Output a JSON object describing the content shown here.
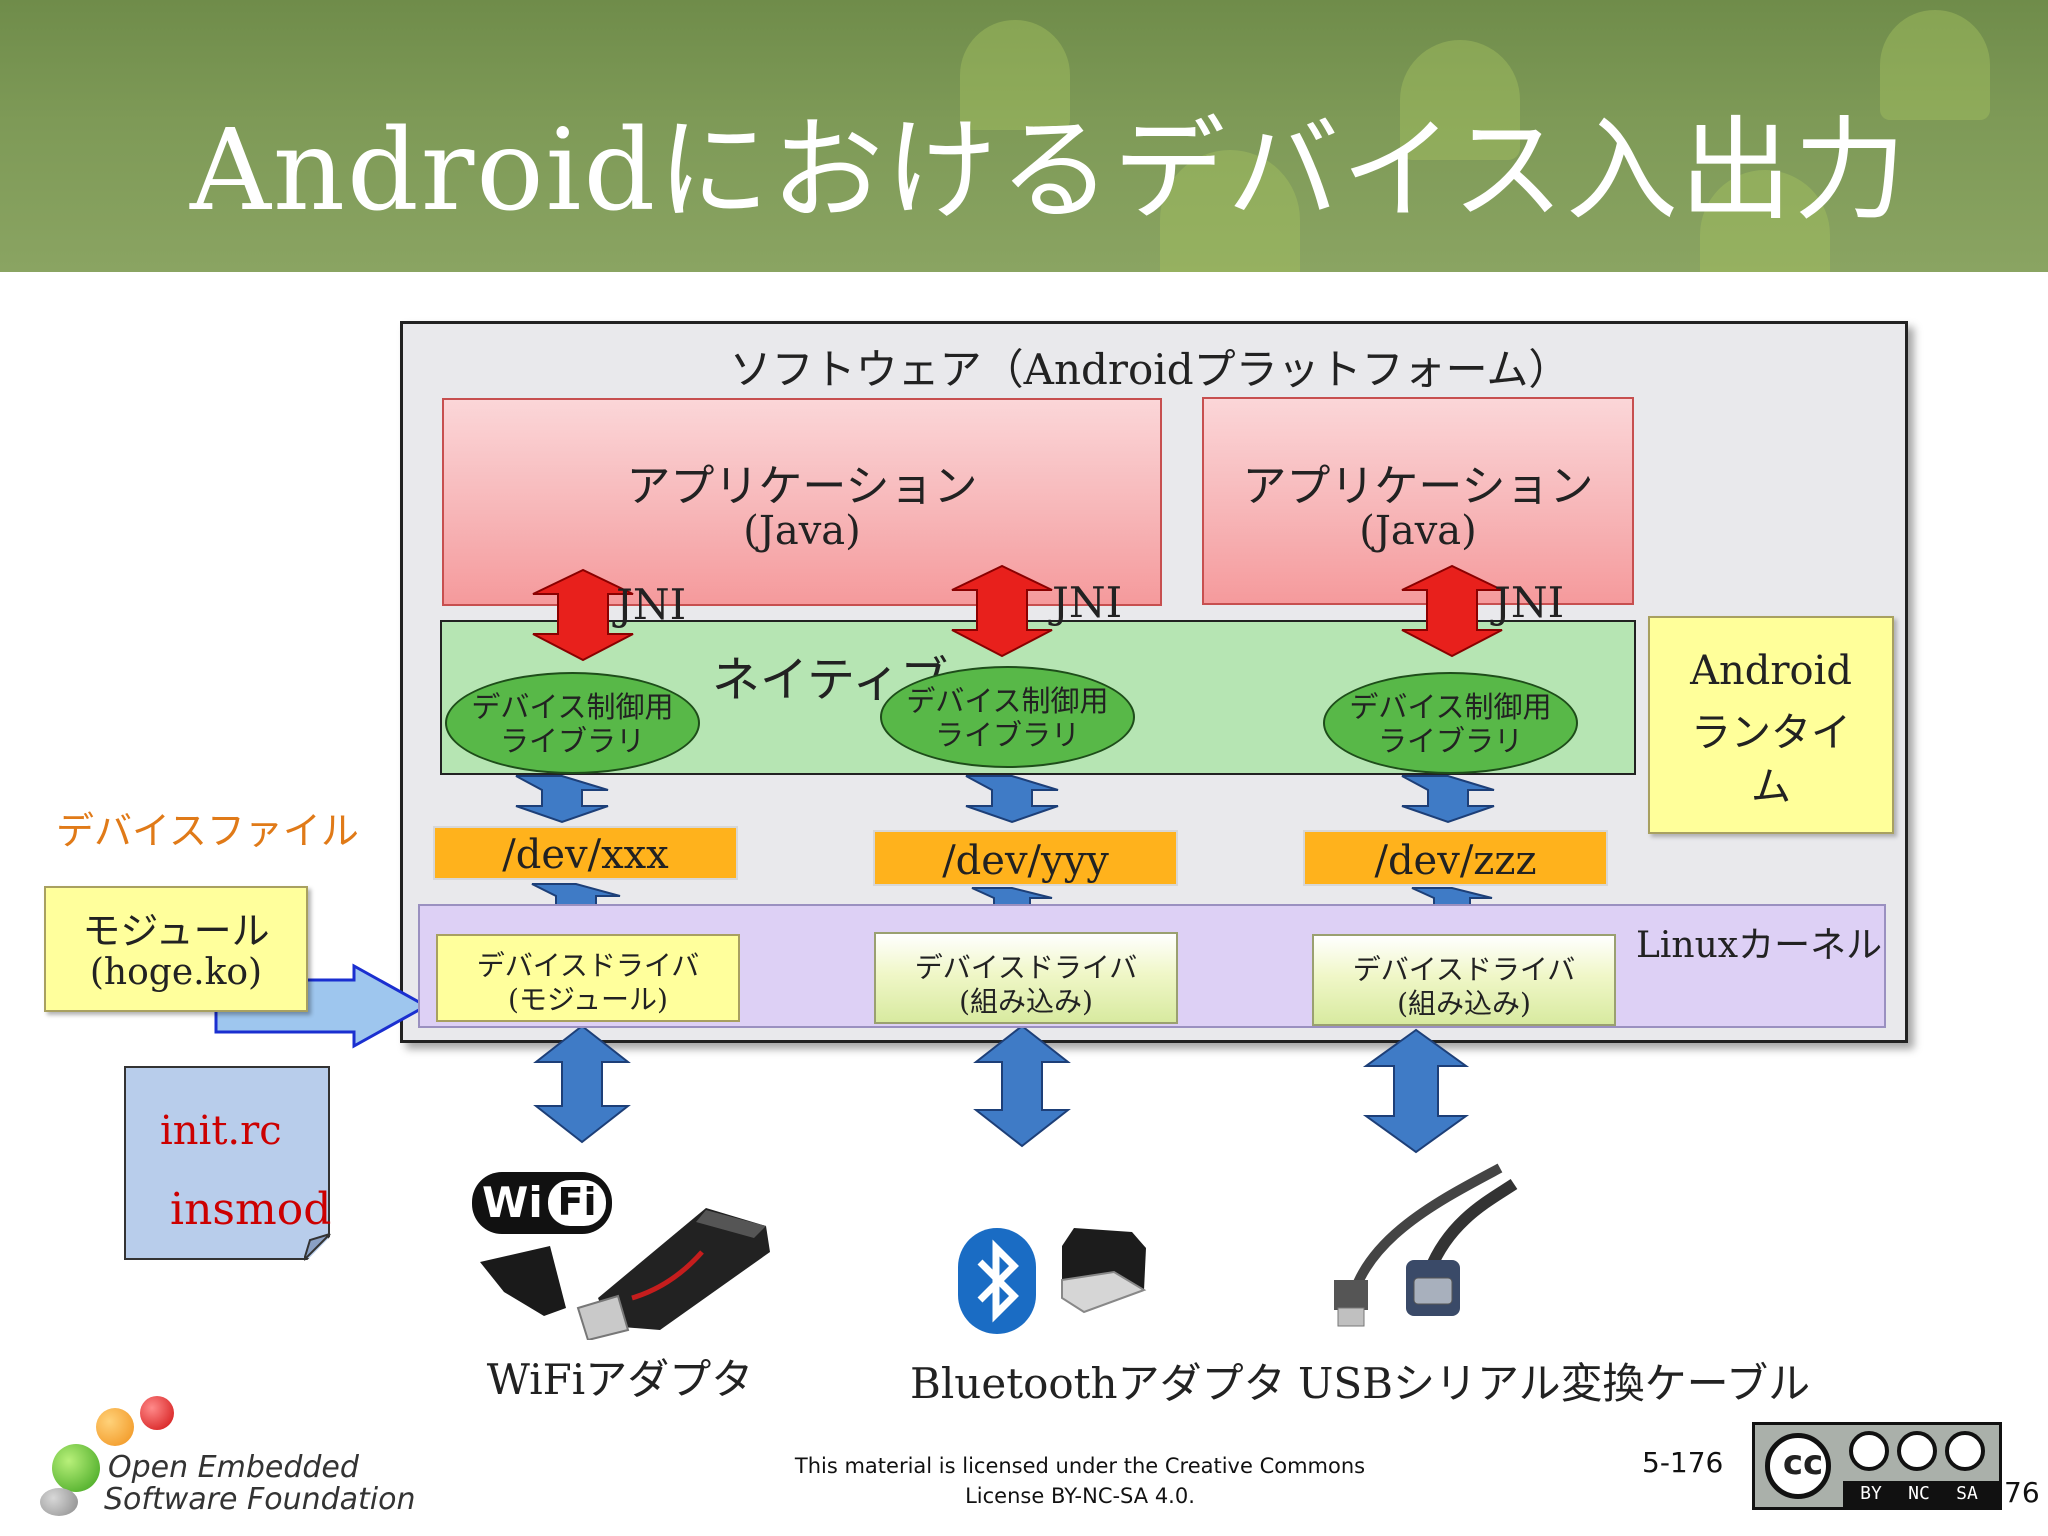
{
  "title": "Androidにおけるデバイス入出力",
  "software_label": "ソフトウェア（Androidプラットフォーム）",
  "apps": [
    {
      "line1": "アプリケーション",
      "line2": "(Java)"
    },
    {
      "line1": "アプリケーション",
      "line2": "(Java)"
    }
  ],
  "jni_label": "JNI",
  "native_label": "ネイティブ",
  "lib_label_line1": "デバイス制御用",
  "lib_label_line2": "ライブラリ",
  "runtime_label_line1": "Android",
  "runtime_label_line2": "ランタイ",
  "runtime_label_line3": "ム",
  "device_file_label": "デバイスファイル",
  "dev_files": [
    "/dev/xxx",
    "/dev/yyy",
    "/dev/zzz"
  ],
  "kernel_label": "Linuxカーネル",
  "drivers": [
    {
      "line1": "デバイスドライバ",
      "line2": "(モジュール)"
    },
    {
      "line1": "デバイスドライバ",
      "line2": "(組み込み)"
    },
    {
      "line1": "デバイスドライバ",
      "line2": "(組み込み)"
    }
  ],
  "module_line1": "モジュール",
  "module_line2": "(hoge.ko)",
  "note_line1": "init.rc",
  "note_line2": "insmod",
  "wifi_logo_left": "Wi",
  "wifi_logo_right": "Fi",
  "hardware_labels": [
    "WiFiアダプタ",
    "Bluetoothアダプタ",
    "USBシリアル変換ケーブル"
  ],
  "oesf_line1": "Open Embedded",
  "oesf_line2": "Software Foundation",
  "license_line1": "This material is licensed under the Creative Commons",
  "license_line2": "License BY-NC-SA 4.0.",
  "slide_number": "5-176",
  "page_number_tail": "76",
  "cc_badge": {
    "cc": "cc",
    "by": "BY",
    "nc": "NC",
    "sa": "SA"
  },
  "colors": {
    "header": "#7e9a57",
    "app": "#f7b6b8",
    "native": "#b6e5b3",
    "library": "#58b848",
    "dev_file": "#ffb21c",
    "kernel": "#ddd0f5",
    "runtime": "#ffff9a",
    "jni_arrow": "#e8201c",
    "io_arrow": "#3f7bc6",
    "device_file_text": "#e07a18",
    "note_text": "#cc0000"
  }
}
